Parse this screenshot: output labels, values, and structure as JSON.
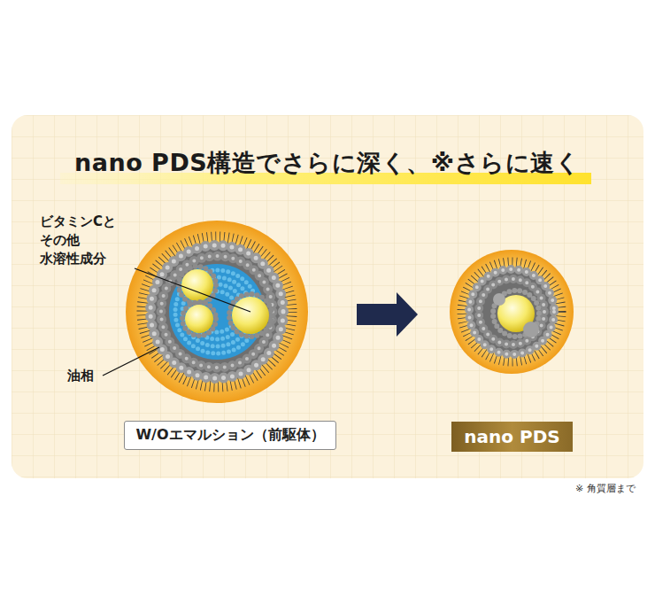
{
  "diagram": {
    "title": "nano PDS構造でさらに深く、※さらに速く",
    "nodes": [
      {
        "text": [
          "W/Oエマルション（前駆体）"
        ]
      },
      {
        "text": [
          "nano PDS"
        ]
      }
    ],
    "labels": [
      "ビタミンCと その他 水溶性成分",
      "油相",
      "※ 角質層まで"
    ]
  }
}
